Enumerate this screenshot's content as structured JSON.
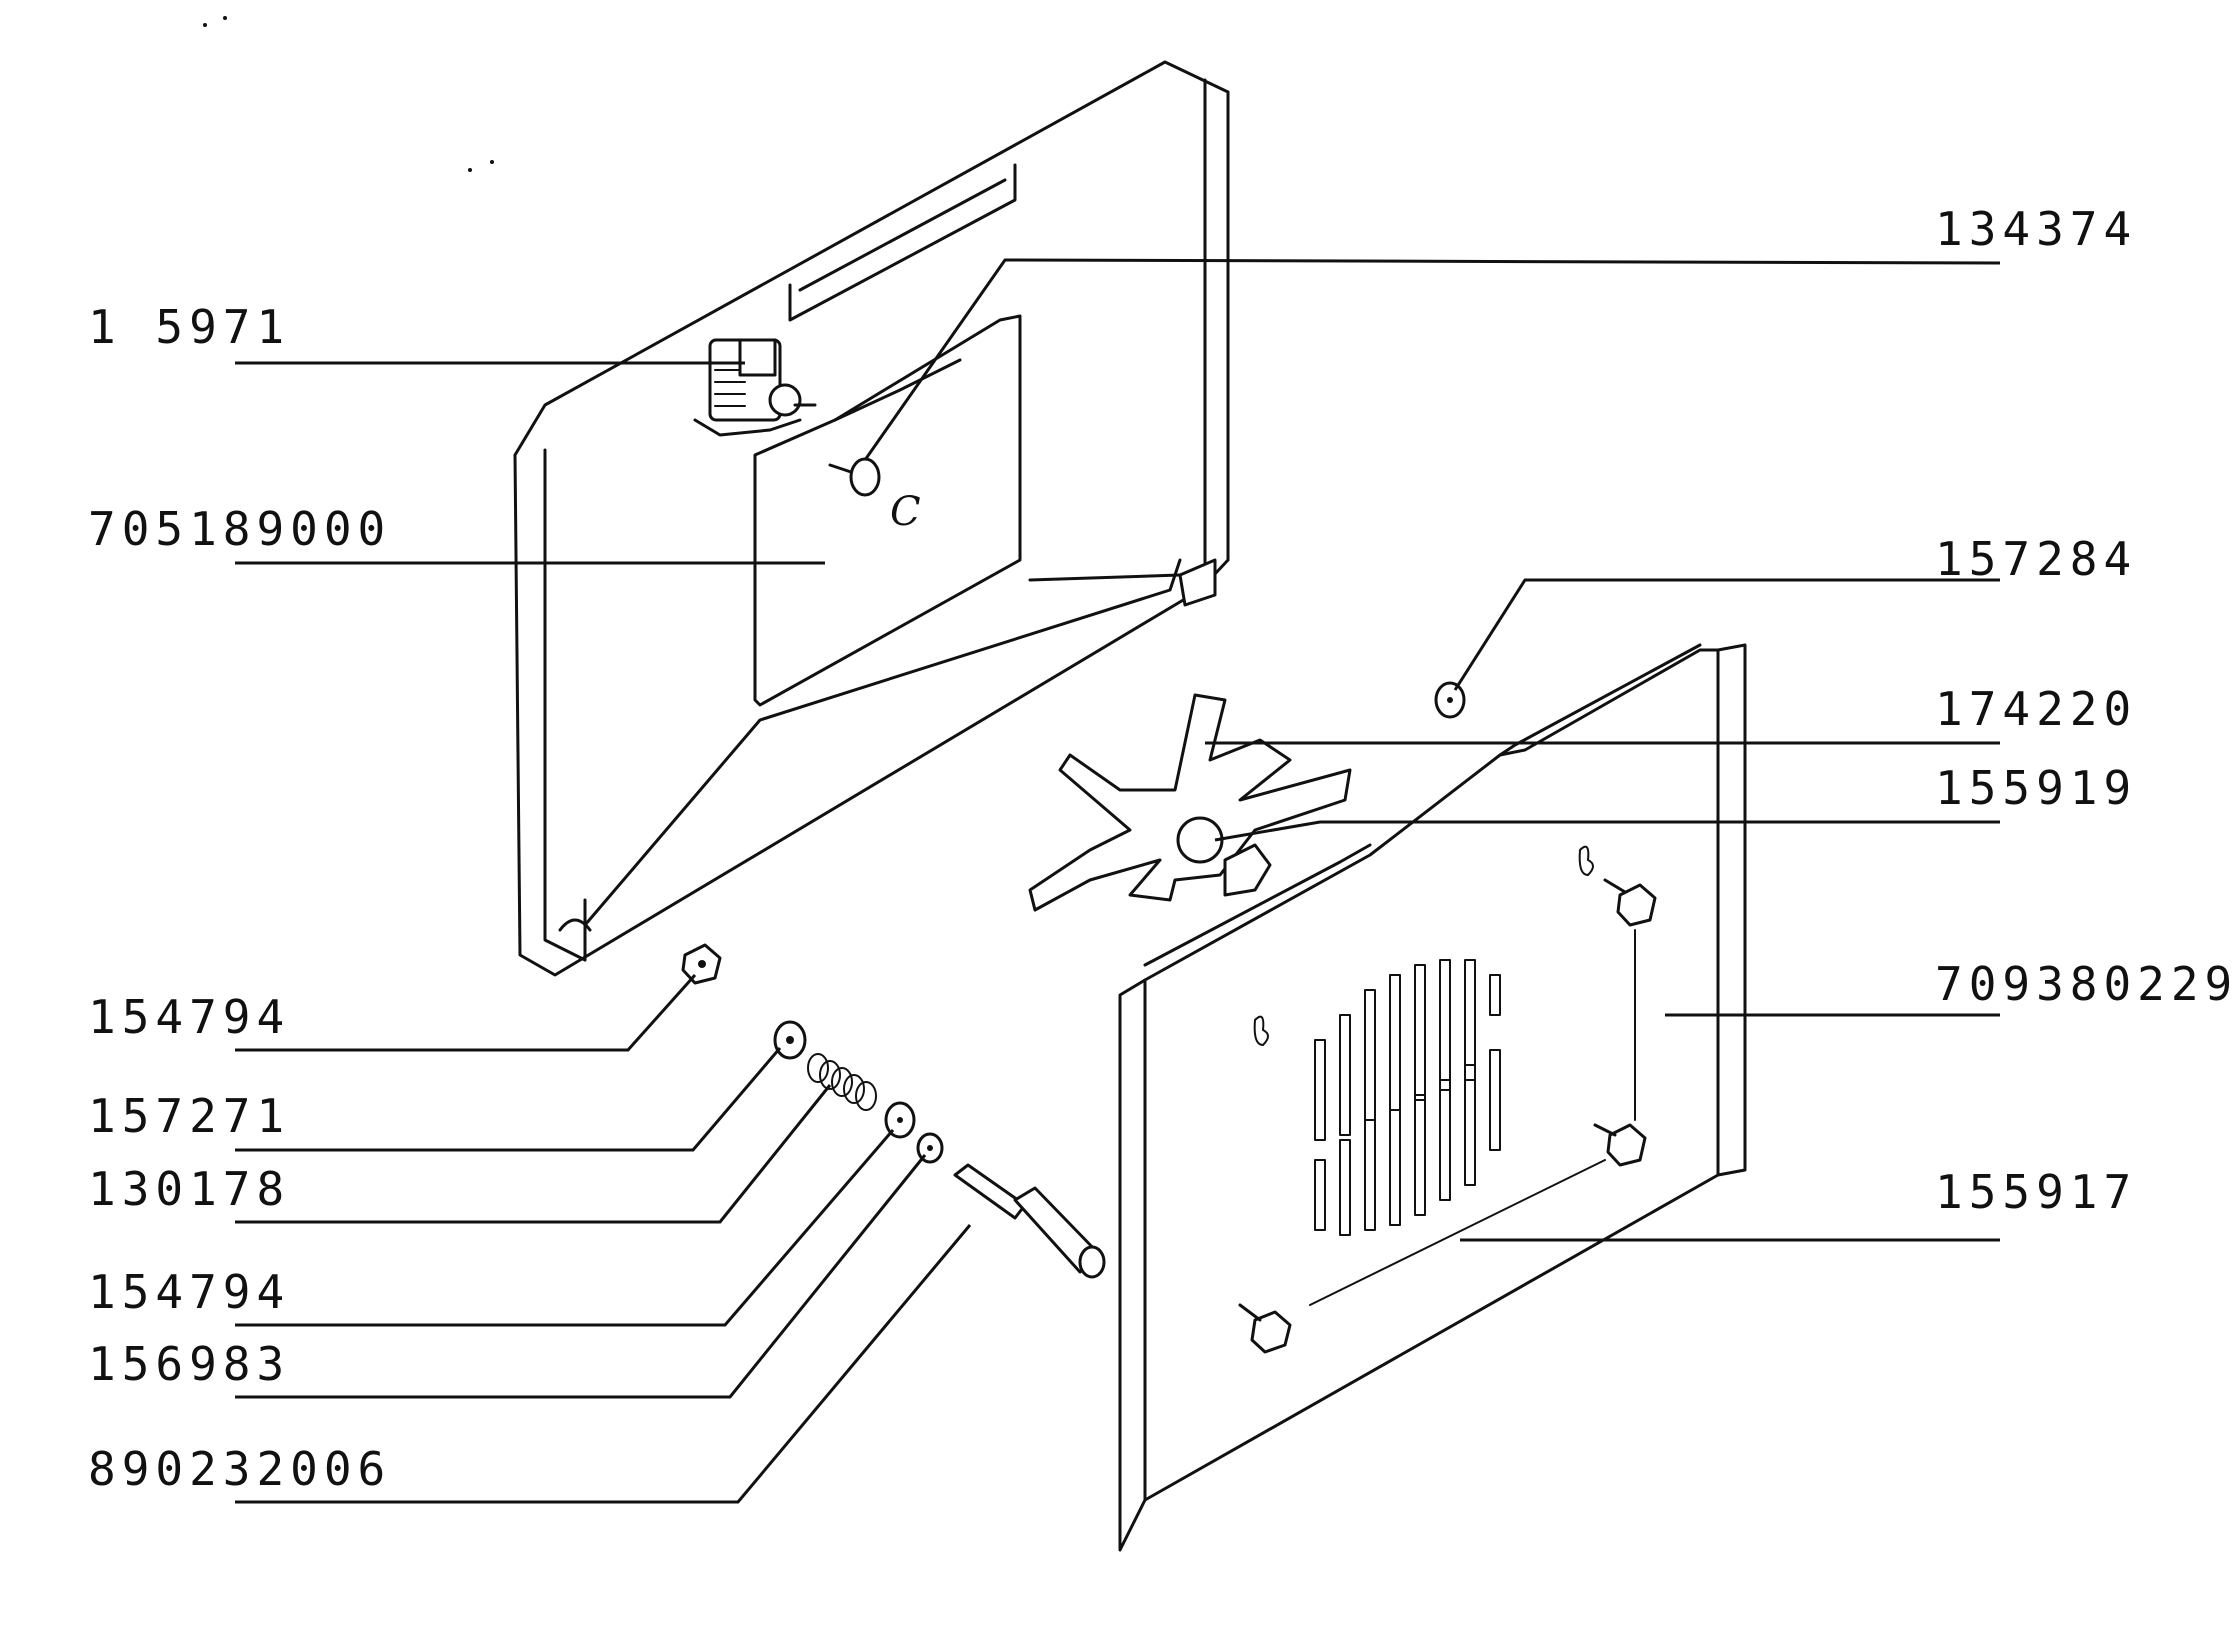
{
  "labels": {
    "l134374": "134374",
    "l115971": "1 5971",
    "l705189000": "705189000",
    "l157284": "157284",
    "l174220": "174220",
    "l155919": "155919",
    "l709380229": "709380229",
    "l154794a": "154794",
    "l157271": "157271",
    "l130178": "130178",
    "l155917": "155917",
    "l154794b": "154794",
    "l156983": "156983",
    "l890232006": "890232006"
  },
  "colors": {
    "line": "#111111",
    "background": "#ffffff"
  }
}
